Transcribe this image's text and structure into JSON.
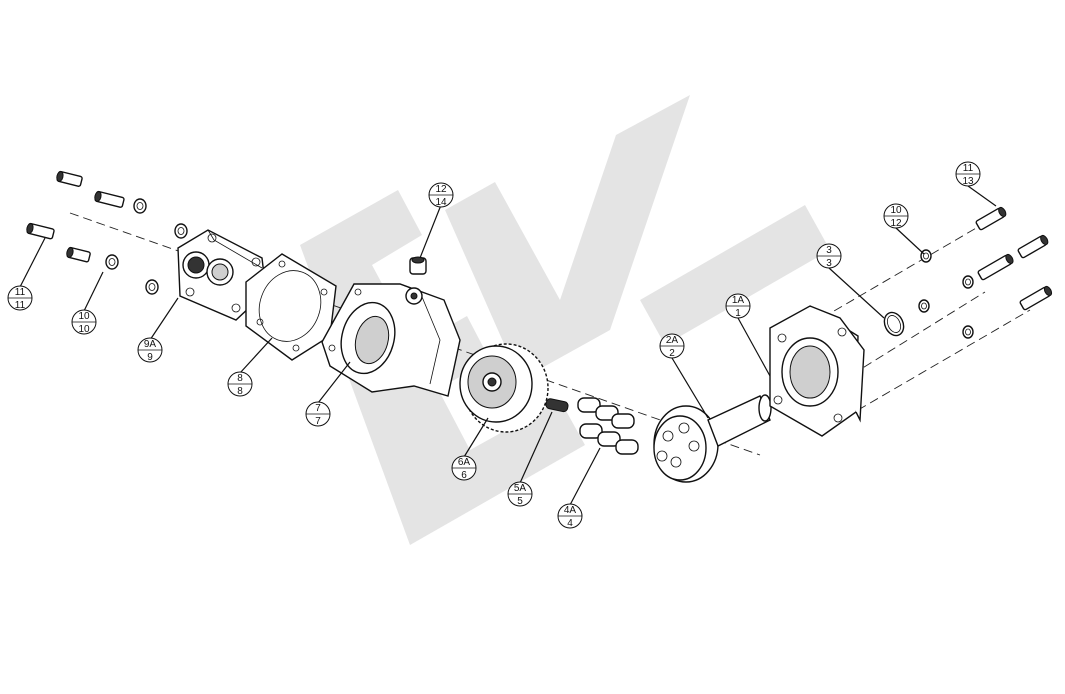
{
  "watermark": {
    "text": "",
    "color": "#e3e3e3"
  },
  "balloons": [
    {
      "id": "b-11-11-left",
      "top": "11",
      "bottom": "11"
    },
    {
      "id": "b-10-10",
      "top": "10",
      "bottom": "10"
    },
    {
      "id": "b-9a-9",
      "top": "9A",
      "bottom": "9"
    },
    {
      "id": "b-8-8",
      "top": "8",
      "bottom": "8"
    },
    {
      "id": "b-7-7",
      "top": "7",
      "bottom": "7"
    },
    {
      "id": "b-12-14",
      "top": "12",
      "bottom": "14"
    },
    {
      "id": "b-6a-6",
      "top": "6A",
      "bottom": "6"
    },
    {
      "id": "b-5a-5",
      "top": "5A",
      "bottom": "5"
    },
    {
      "id": "b-4a-4",
      "top": "4A",
      "bottom": "4"
    },
    {
      "id": "b-2a-2",
      "top": "2A",
      "bottom": "2"
    },
    {
      "id": "b-1a-1",
      "top": "1A",
      "bottom": "1"
    },
    {
      "id": "b-3-3",
      "top": "3",
      "bottom": "3"
    },
    {
      "id": "b-10-12",
      "top": "10",
      "bottom": "12"
    },
    {
      "id": "b-11-13",
      "top": "11",
      "bottom": "13"
    }
  ]
}
